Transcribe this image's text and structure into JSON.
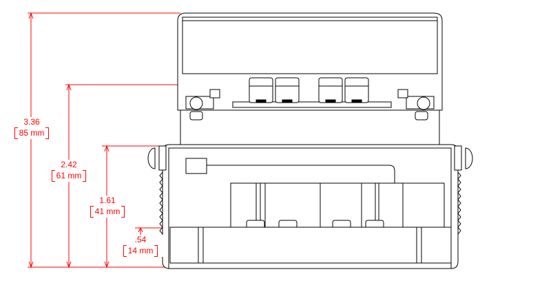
{
  "dimensions": [
    {
      "inches": "3.36",
      "mm": "85 mm"
    },
    {
      "inches": "2.42",
      "mm": "61 mm"
    },
    {
      "inches": "1.61",
      "mm": "41 mm"
    },
    {
      "inches": ".54",
      "mm": "14 mm"
    }
  ],
  "colors": {
    "dimension": "#ff0000",
    "outline": "#000000"
  }
}
